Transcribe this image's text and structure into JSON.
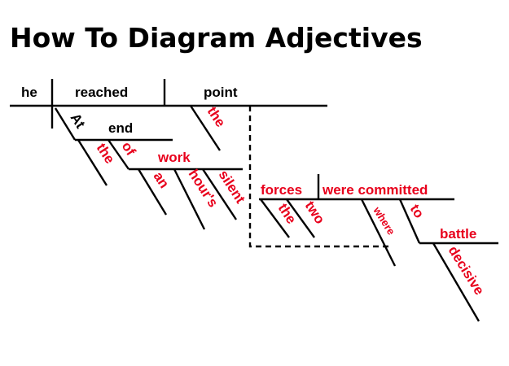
{
  "title": "How To Diagram Adjectives",
  "colors": {
    "black_words": "#000000",
    "red_words": "#e8001c",
    "lines": "#000000"
  },
  "words": {
    "he": "he",
    "reached": "reached",
    "point": "point",
    "the_point": "the",
    "at": "At",
    "end": "end",
    "the_end": "the",
    "of": "of",
    "work": "work",
    "an": "an",
    "hours": "hour's",
    "silent": "silent",
    "forces": "forces",
    "were_committed": "were committed",
    "the_forces": "the",
    "two": "two",
    "where": "where",
    "to": "to",
    "battle": "battle",
    "decisive": "decisive"
  }
}
